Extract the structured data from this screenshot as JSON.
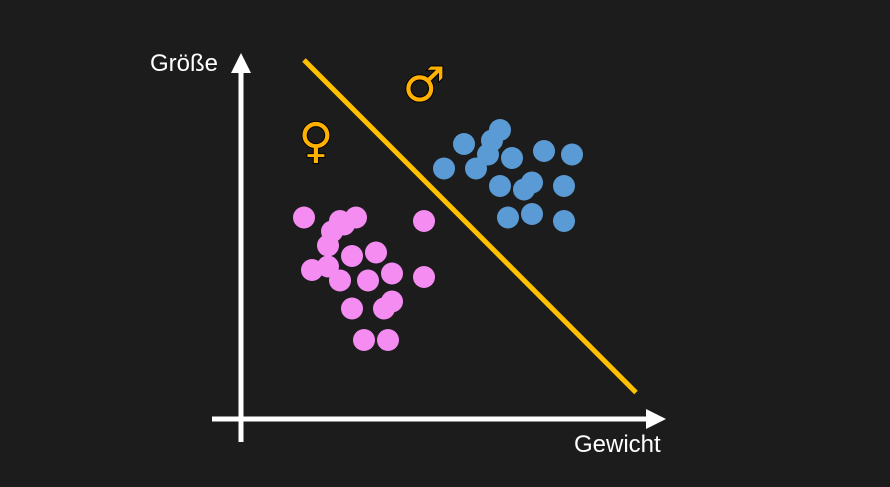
{
  "chart_data": {
    "type": "scatter",
    "title": "",
    "xlabel": "Gewicht",
    "ylabel": "Größe",
    "xlim": [
      0,
      100
    ],
    "ylim": [
      0,
      100
    ],
    "grid": false,
    "legend": "none",
    "series": [
      {
        "symbol": "♀",
        "color": "#f48cf1",
        "points": [
          {
            "x": 15,
            "y": 55
          },
          {
            "x": 24,
            "y": 54
          },
          {
            "x": 28,
            "y": 55
          },
          {
            "x": 22,
            "y": 51
          },
          {
            "x": 21,
            "y": 47
          },
          {
            "x": 27,
            "y": 44
          },
          {
            "x": 33,
            "y": 45
          },
          {
            "x": 45,
            "y": 54
          },
          {
            "x": 17,
            "y": 40
          },
          {
            "x": 21,
            "y": 41
          },
          {
            "x": 24,
            "y": 37
          },
          {
            "x": 31,
            "y": 37
          },
          {
            "x": 37,
            "y": 39
          },
          {
            "x": 45,
            "y": 38
          },
          {
            "x": 27,
            "y": 29
          },
          {
            "x": 35,
            "y": 29
          },
          {
            "x": 37,
            "y": 31
          },
          {
            "x": 30,
            "y": 20
          },
          {
            "x": 36,
            "y": 20
          },
          {
            "x": 25,
            "y": 53
          }
        ]
      },
      {
        "symbol": "♂",
        "color": "#5b9bd5",
        "points": [
          {
            "x": 55,
            "y": 76
          },
          {
            "x": 58,
            "y": 69
          },
          {
            "x": 64,
            "y": 80
          },
          {
            "x": 61,
            "y": 73
          },
          {
            "x": 67,
            "y": 72
          },
          {
            "x": 75,
            "y": 74
          },
          {
            "x": 82,
            "y": 73
          },
          {
            "x": 50,
            "y": 69
          },
          {
            "x": 64,
            "y": 64
          },
          {
            "x": 72,
            "y": 65
          },
          {
            "x": 70,
            "y": 63
          },
          {
            "x": 80,
            "y": 64
          },
          {
            "x": 66,
            "y": 55
          },
          {
            "x": 72,
            "y": 56
          },
          {
            "x": 80,
            "y": 54
          },
          {
            "x": 62,
            "y": 77
          }
        ]
      }
    ],
    "decision_line": {
      "color": "#ffc000",
      "from": {
        "x": 15,
        "y": 100
      },
      "to": {
        "x": 98,
        "y": 5
      }
    },
    "annotations": [
      {
        "text": "♂",
        "x": 45,
        "y": 92,
        "color": "#ffb000"
      },
      {
        "text": "♀",
        "x": 18,
        "y": 76,
        "color": "#ffb000"
      }
    ]
  }
}
